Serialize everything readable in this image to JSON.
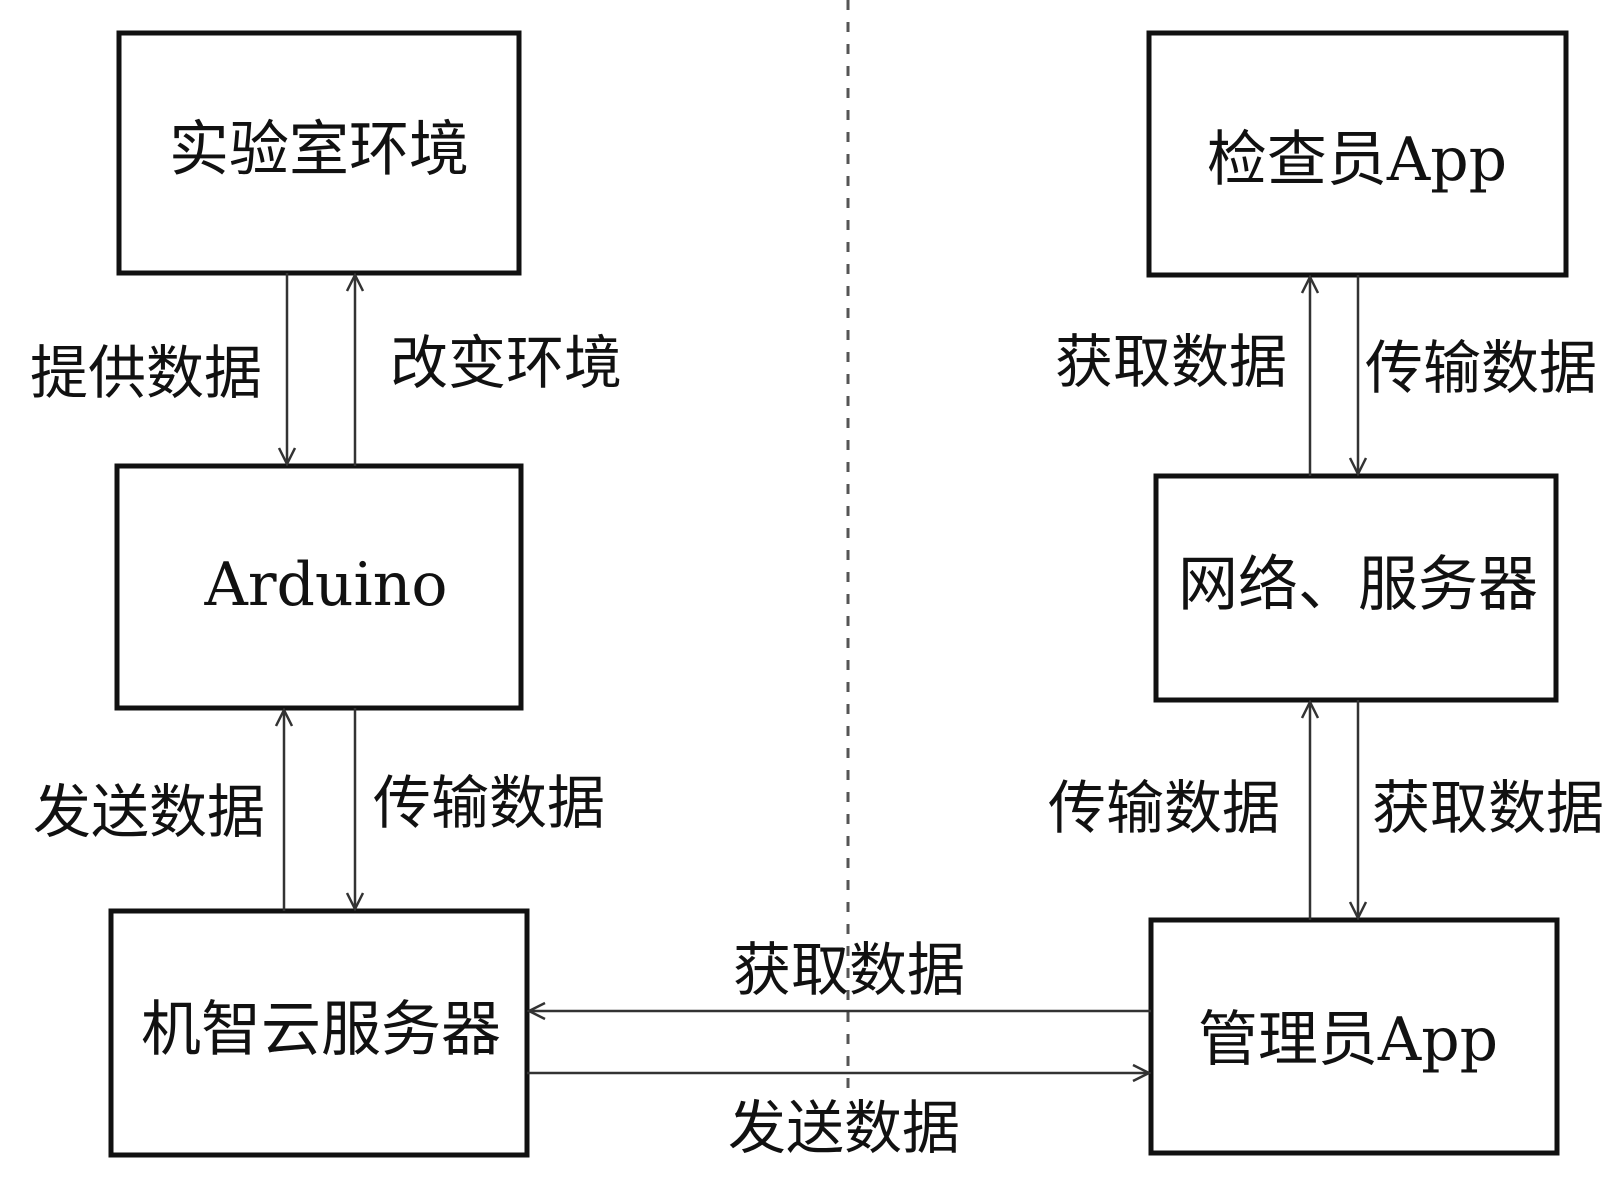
{
  "nodes": {
    "lab_env": "实验室环境",
    "arduino": "Arduino",
    "gizwits_server": "机智云服务器",
    "inspector_app": "检查员App",
    "network_server": "网络、服务器",
    "admin_app": "管理员App"
  },
  "edges": {
    "provide_data": "提供数据",
    "change_env": "改变环境",
    "send_data_left": "发送数据",
    "transmit_data_left": "传输数据",
    "get_data_top": "获取数据",
    "transmit_data_top": "传输数据",
    "transmit_data_mid": "传输数据",
    "get_data_mid": "获取数据",
    "get_data_bottom": "获取数据",
    "send_data_bottom": "发送数据"
  },
  "colors": {
    "stroke": "#111111",
    "background": "#ffffff"
  }
}
